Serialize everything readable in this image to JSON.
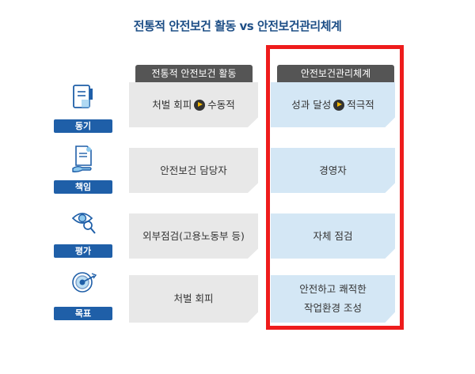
{
  "title": "전통적 안전보건 활동 vs 안전보건관리체계",
  "columns": {
    "traditional": "전통적 안전보건 활동",
    "system": "안전보건관리체계"
  },
  "rows": [
    {
      "label": "동기",
      "icon": "clipboard-icon",
      "traditional": {
        "before": "처벌 회피",
        "after": "수동적"
      },
      "system": {
        "before": "성과 달성",
        "after": "적극적"
      }
    },
    {
      "label": "책임",
      "icon": "document-hand-icon",
      "traditional": "안전보건 담당자",
      "system": "경영자"
    },
    {
      "label": "평가",
      "icon": "eye-magnifier-icon",
      "traditional": "외부점검(고용노동부 등)",
      "system": "자체 점검"
    },
    {
      "label": "목표",
      "icon": "target-icon",
      "traditional": "처벌 회피",
      "system": {
        "line1": "안전하고 쾌적한",
        "line2": "작업환경 조성"
      }
    }
  ],
  "colors": {
    "title": "#1d4e86",
    "badge": "#1f5fa8",
    "header": "#555555",
    "traditional_cell": "#e8e8e8",
    "system_cell": "#d4e7f5",
    "highlight": "#ee1c1c",
    "arrow_icon": "#f5b800"
  }
}
